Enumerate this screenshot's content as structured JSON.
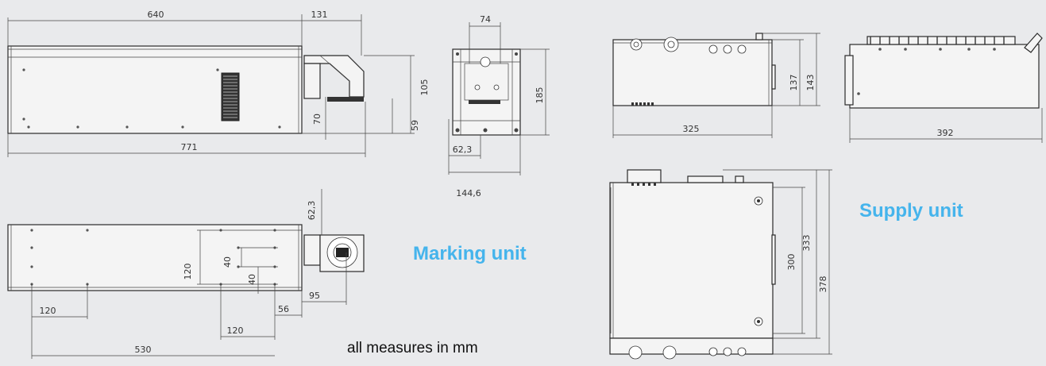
{
  "labels": {
    "marking_unit": "Marking unit",
    "supply_unit": "Supply unit",
    "units_note": "all measures in mm"
  },
  "colors": {
    "label_accent": "#45b4ec",
    "background": "#e9eaec",
    "line": "#2a2a2a"
  },
  "marking_front": {
    "d640": "640",
    "d131": "131",
    "d771": "771",
    "d105": "105",
    "d70": "70",
    "d59": "59"
  },
  "marking_side": {
    "d74": "74",
    "d185": "185",
    "d62_3": "62,3",
    "d144_6": "144,6"
  },
  "marking_top": {
    "d62_3": "62,3",
    "d120v": "120",
    "d40a": "40",
    "d40b": "40",
    "d95": "95",
    "d56": "56",
    "d120a": "120",
    "d120b": "120",
    "d530": "530"
  },
  "supply_front": {
    "d137": "137",
    "d143": "143",
    "d325": "325"
  },
  "supply_side": {
    "d392": "392"
  },
  "supply_top": {
    "d333": "333",
    "d300": "300",
    "d378": "378"
  }
}
